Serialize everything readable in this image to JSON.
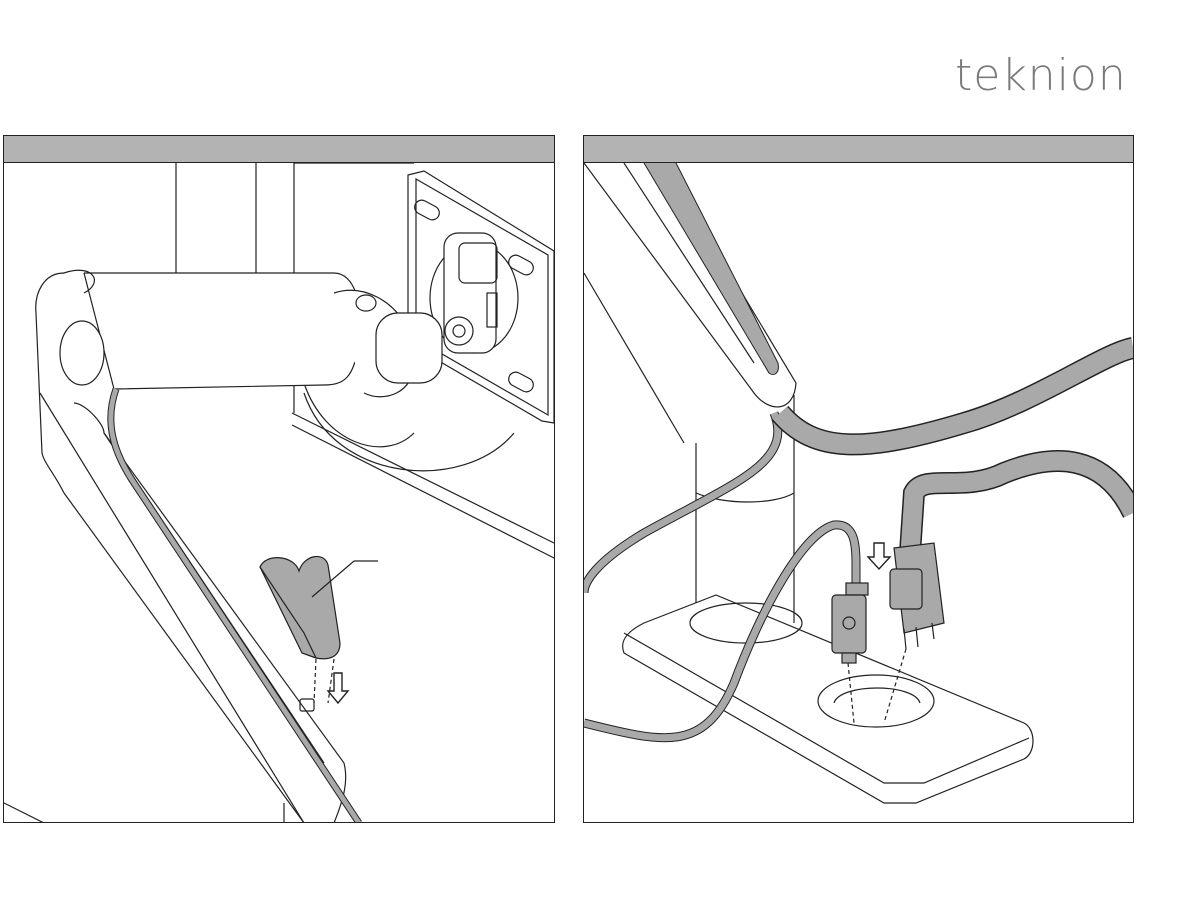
{
  "brand": {
    "logo_text": "teknion"
  },
  "panels": [
    {
      "id": "step-left",
      "header": "",
      "illustration": "monitor-arm-cable-clip-install"
    },
    {
      "id": "step-right",
      "header": "",
      "illustration": "power-cord-plug-into-grommet"
    }
  ],
  "colors": {
    "header_bar": "#b3b3b3",
    "cable_fill": "#a9a9a9",
    "line": "#222222",
    "logo": "#7a7a7a"
  }
}
